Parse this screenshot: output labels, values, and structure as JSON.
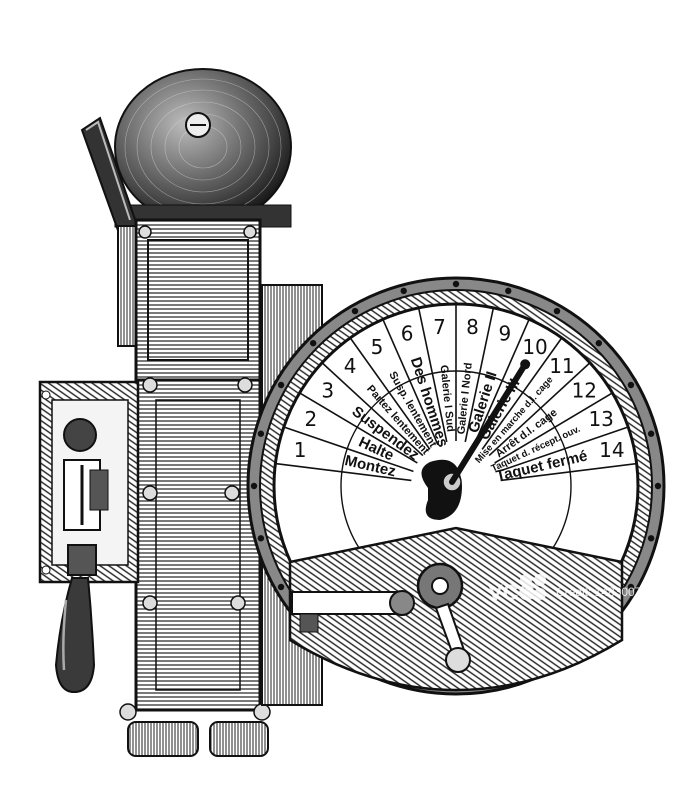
{
  "dial": {
    "numbers": [
      "1",
      "2",
      "3",
      "4",
      "5",
      "6",
      "7",
      "8",
      "9",
      "10",
      "11",
      "12",
      "13",
      "14"
    ],
    "labels": [
      "Montez",
      "Halte",
      "Suspendez",
      "Partez lentement",
      "Susp. lentement",
      "Des hommes",
      "Galerie I Sud",
      "Galerie I Nord",
      "Galerie II",
      "Galerie III",
      "Mise en marche d.l. cage",
      "Arrêt d.l. cage",
      "Taquet d. récept. ouv.",
      "Taquet fermé"
    ],
    "pointer_position": "10"
  },
  "watermark": {
    "brand": "VCG",
    "credit": "Credit: 1483007145"
  }
}
